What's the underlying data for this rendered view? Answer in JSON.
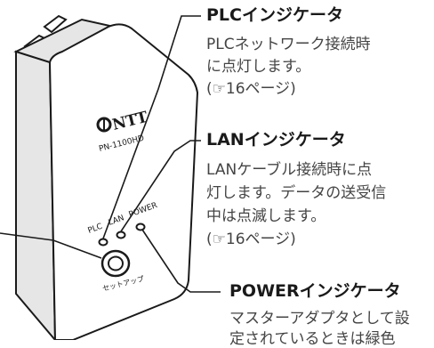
{
  "colors": {
    "line": "#1a1a1a",
    "device_body": "#ffffff",
    "device_side": "#e6e6e6",
    "heading_text": "#1a1a1a",
    "desc_text": "#444444"
  },
  "device": {
    "brand": "NTT",
    "model": "PN-1100HD",
    "led_labels": [
      "PLC",
      "LAN",
      "POWER"
    ],
    "button_label": "セットアップ"
  },
  "callouts": [
    {
      "heading": "PLCインジケータ",
      "lines": [
        "PLCネットワーク接続時",
        "に点灯します。",
        "(☞16ページ)"
      ]
    },
    {
      "heading": "LANインジケータ",
      "lines": [
        "LANケーブル接続時に点",
        "灯します。データの送受信",
        "中は点滅します。",
        "(☞16ページ)"
      ]
    },
    {
      "heading": "POWERインジケータ",
      "lines": [
        "マスターアダプタとして設",
        "定されているときは緑色"
      ]
    }
  ]
}
